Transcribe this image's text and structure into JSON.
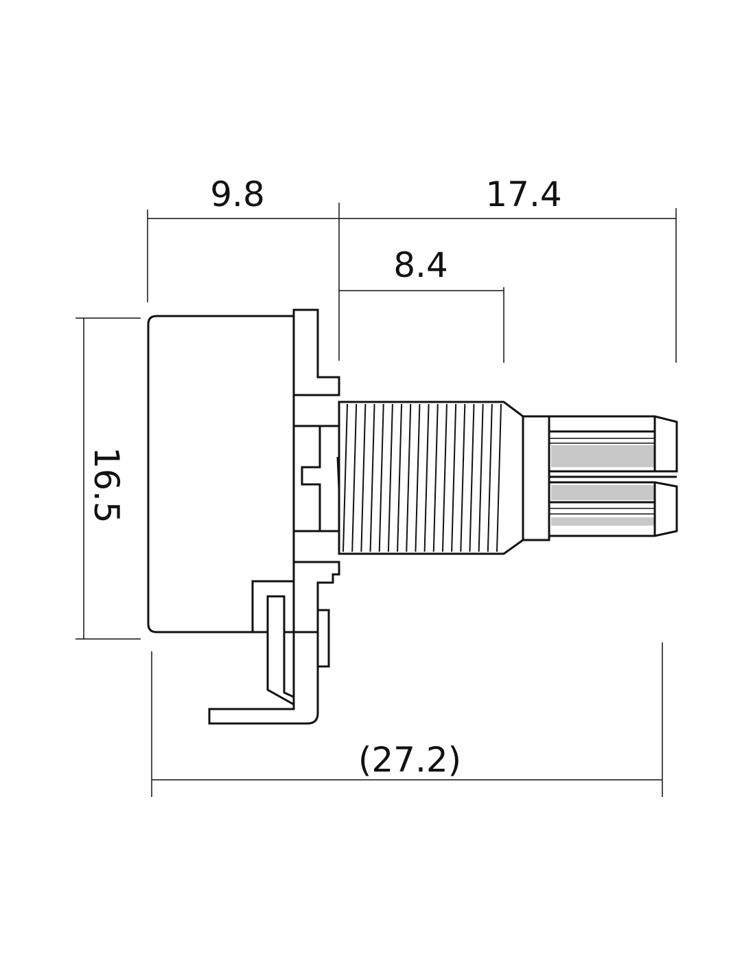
{
  "dimensions": {
    "body_length": "9.8",
    "shaft_length": "17.4",
    "bushing_length": "8.4",
    "body_height": "16.5",
    "total_length": "(27.2)"
  },
  "colors": {
    "line": "#111111",
    "shaft_highlight": "#c8c8c8",
    "background": "#ffffff"
  }
}
